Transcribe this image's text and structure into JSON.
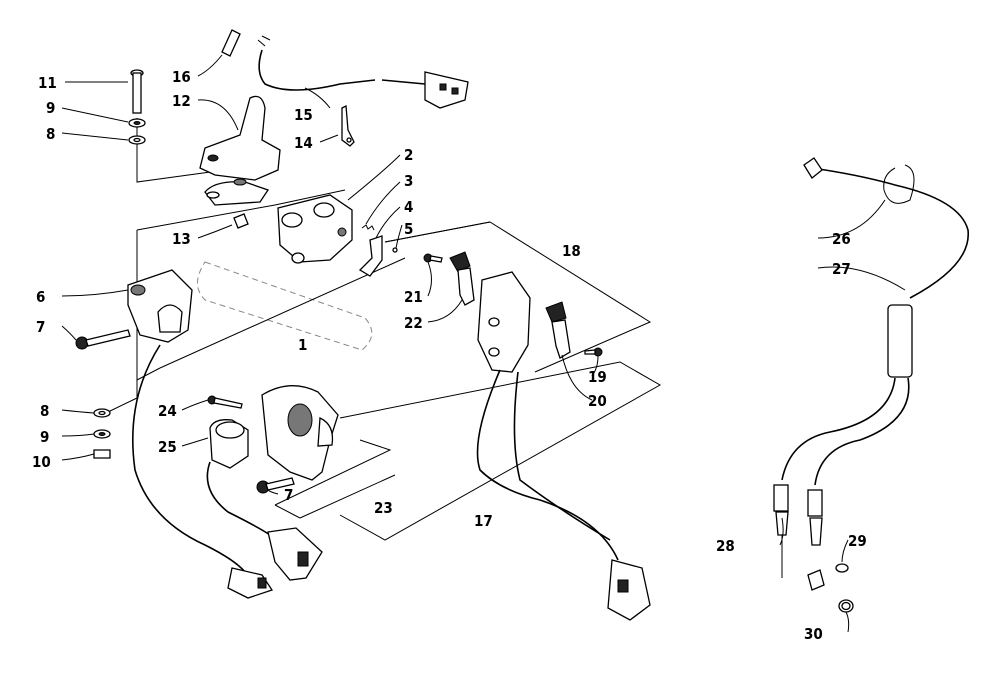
{
  "callouts": [
    {
      "id": "c1",
      "text": "1"
    },
    {
      "id": "c2",
      "text": "2"
    },
    {
      "id": "c3",
      "text": "3"
    },
    {
      "id": "c4",
      "text": "4"
    },
    {
      "id": "c5",
      "text": "5"
    },
    {
      "id": "c6",
      "text": "6"
    },
    {
      "id": "c7a",
      "text": "7"
    },
    {
      "id": "c7b",
      "text": "7"
    },
    {
      "id": "c8a",
      "text": "8"
    },
    {
      "id": "c8b",
      "text": "8"
    },
    {
      "id": "c9a",
      "text": "9"
    },
    {
      "id": "c9b",
      "text": "9"
    },
    {
      "id": "c10",
      "text": "10"
    },
    {
      "id": "c11",
      "text": "11"
    },
    {
      "id": "c12",
      "text": "12"
    },
    {
      "id": "c13",
      "text": "13"
    },
    {
      "id": "c14",
      "text": "14"
    },
    {
      "id": "c15",
      "text": "15"
    },
    {
      "id": "c16",
      "text": "16"
    },
    {
      "id": "c17",
      "text": "17"
    },
    {
      "id": "c18",
      "text": "18"
    },
    {
      "id": "c19",
      "text": "19"
    },
    {
      "id": "c20",
      "text": "20"
    },
    {
      "id": "c21",
      "text": "21"
    },
    {
      "id": "c22",
      "text": "22"
    },
    {
      "id": "c23",
      "text": "23"
    },
    {
      "id": "c24",
      "text": "24"
    },
    {
      "id": "c25",
      "text": "25"
    },
    {
      "id": "c26",
      "text": "26"
    },
    {
      "id": "c27",
      "text": "27"
    },
    {
      "id": "c28",
      "text": "28"
    },
    {
      "id": "c29",
      "text": "29"
    },
    {
      "id": "c30",
      "text": "30"
    }
  ]
}
